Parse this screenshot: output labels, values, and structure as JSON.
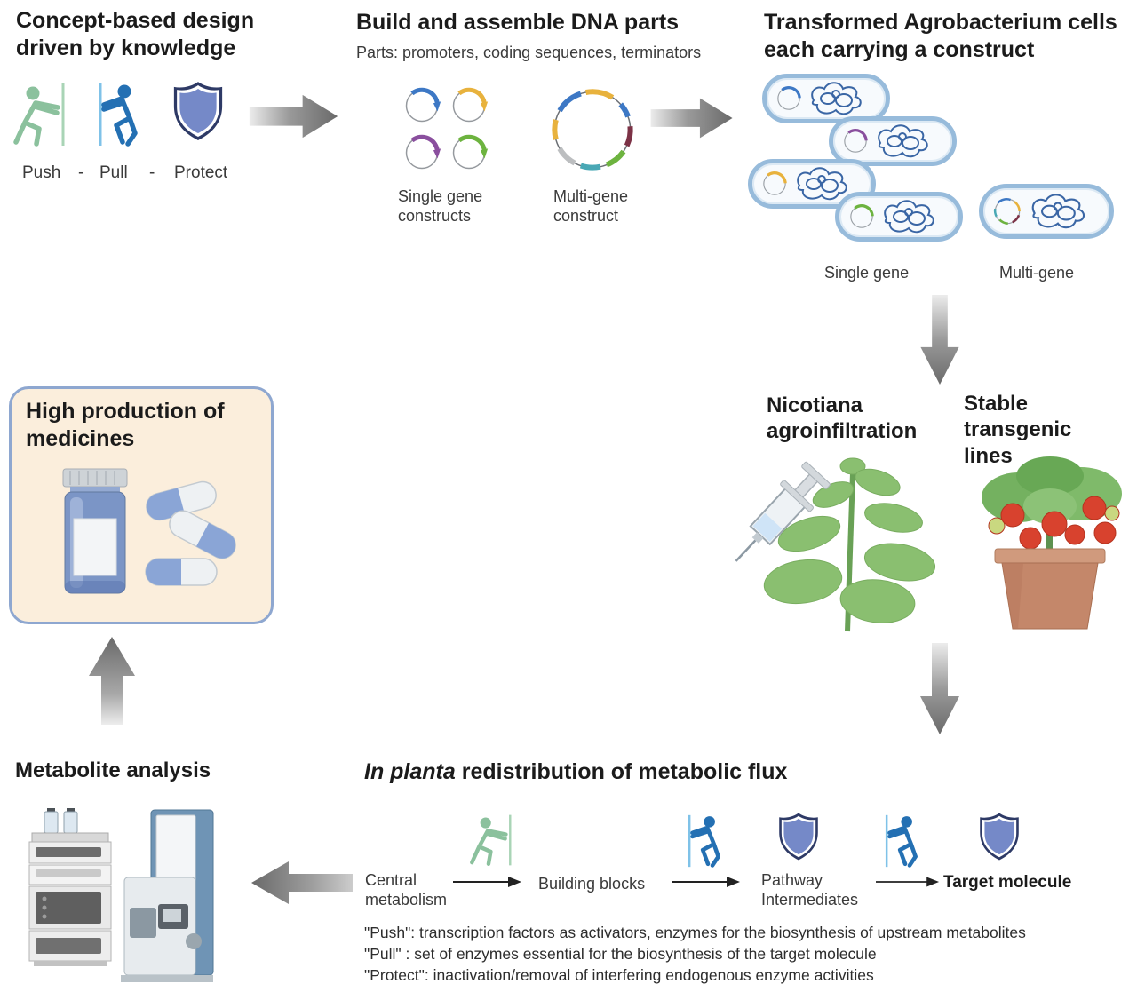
{
  "colors": {
    "push_green": "#8bc19d",
    "push_wall_green": "#a9d4b6",
    "pull_blue": "#2470b3",
    "pull_wall_blue": "#7fc2e8",
    "shield_fill": "#7589c8",
    "shield_border": "#2e3a66",
    "construct_blue": "#3d78c5",
    "construct_yellow": "#e8b23d",
    "construct_purple": "#8a4f9e",
    "construct_green": "#6db33f",
    "construct_teal": "#49a8b5",
    "construct_gray": "#bcbec0",
    "construct_maroon": "#7c3246",
    "chromosome_blue": "#3a66a5"
  },
  "concept": {
    "title": "Concept-based design\ndriven by knowledge",
    "push_label": "Push",
    "dash1": "-",
    "pull_label": "Pull",
    "dash2": "-",
    "protect_label": "Protect"
  },
  "build": {
    "title": "Build and assemble DNA parts",
    "parts_line": "Parts:  promoters, coding sequences, terminators",
    "single_caption": "Single gene\nconstructs",
    "multi_caption": "Multi-gene\nconstruct"
  },
  "agro": {
    "title": "Transformed Agrobacterium cells\neach carrying a construct",
    "single_caption": "Single gene",
    "multi_caption": "Multi-gene"
  },
  "infiltration": {
    "nicotiana_caption": "Nicotiana\nagroinfiltration",
    "stable_caption": "Stable transgenic\nlines"
  },
  "medicines": {
    "title": "High production of\nmedicines"
  },
  "metabolite": {
    "title": "Metabolite analysis"
  },
  "flux": {
    "title_italic": "In planta",
    "title_rest": " redistribution of metabolic flux",
    "step_central": "Central\nmetabolism",
    "step_building": "Building blocks",
    "step_pathway": "Pathway\nIntermediates",
    "step_target": "Target molecule",
    "definitions": [
      "\"Push\": transcription factors as activators, enzymes for the biosynthesis of upstream metabolites",
      "\"Pull\" : set of enzymes essential for the biosynthesis of the target molecule",
      "\"Protect\": inactivation/removal of interfering endogenous enzyme activities"
    ]
  }
}
